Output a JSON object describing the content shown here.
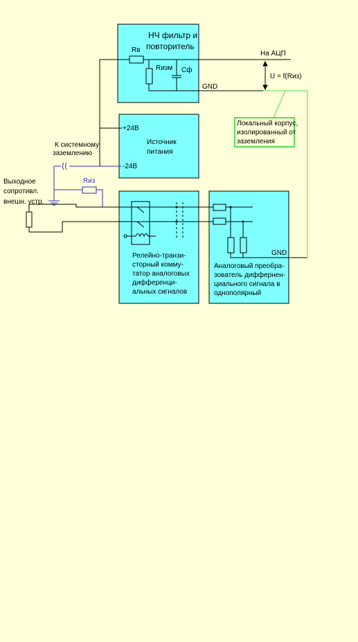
{
  "blocks": {
    "filter": {
      "line1": "НЧ фильтр и",
      "line2": "повторитель"
    },
    "power": {
      "line1": "Источник",
      "line2": "питания",
      "plus": "+24В",
      "minus": "-24В"
    },
    "relay": {
      "lines": [
        "Релейно-транзи-",
        "сторный комму-",
        "татор аналоговых",
        "дифференци-",
        "альных сигналов"
      ]
    },
    "converter": {
      "lines": [
        "Аналоговый преобра-",
        "зователь диффернен-",
        "циального сигнала в",
        "однополярный"
      ],
      "gnd": "GND"
    }
  },
  "labels": {
    "rv": "Rв",
    "rizm": "Rизм",
    "cf": "Сф",
    "to_adc": "На АЦП",
    "u_formula": "U = f(Rиз)",
    "gnd_filter": "GND",
    "riz": "Rиз",
    "system_ground": [
      "К системному",
      "заземлению"
    ],
    "output_resistance": [
      "Выходное",
      "сопротивл.",
      "внешн. устр."
    ],
    "local_case": [
      "Локальный корпус,",
      "изолированный от",
      "заземления"
    ]
  },
  "colors": {
    "block_fill": "#7fffff",
    "wire": "#000000",
    "ground_wire": "#2e2ec8",
    "case_wire": "#55dd55"
  }
}
